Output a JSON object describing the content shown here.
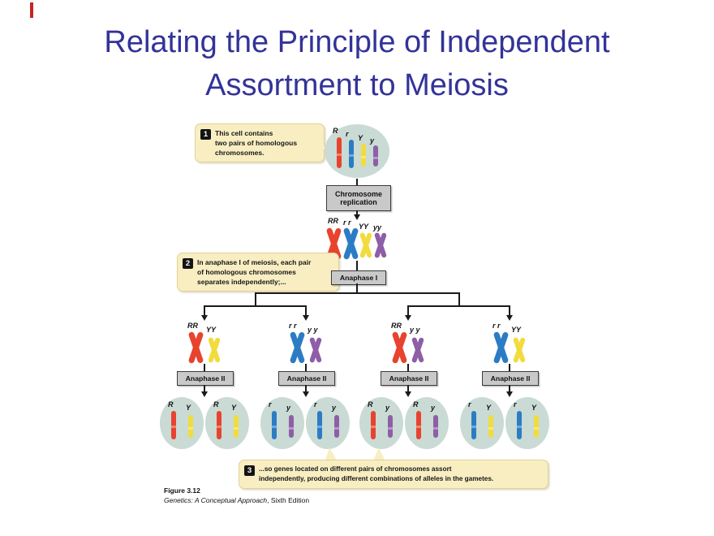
{
  "title": {
    "line1": "Relating the Principle of Independent",
    "line2": "Assortment to Meiosis"
  },
  "colors": {
    "title": "#333399",
    "callout_bg": "#F8EEC2",
    "box_bg": "#C9C9C9",
    "cell_fill": "#C9DBD4",
    "line": "#1a1a1a",
    "accent_dash": "#CC2222",
    "allele": {
      "R": "#E8432F",
      "r": "#2C7CC4",
      "Y": "#F2DC3D",
      "y": "#8E5EA6"
    }
  },
  "callouts": [
    {
      "number": "1",
      "lines": [
        "This cell contains",
        "two pairs of homologous",
        "chromosomes."
      ]
    },
    {
      "number": "2",
      "lines": [
        "In anaphase I of meiosis, each pair",
        "of homologous chromosomes",
        "separates independently;..."
      ]
    },
    {
      "number": "3",
      "lines": [
        "...so genes located on different pairs of chromosomes assort",
        "independently, producing different combinations of alleles in the gametes."
      ]
    }
  ],
  "boxes": {
    "replication_line1": "Chromosome",
    "replication_line2": "replication",
    "anaphase1": "Anaphase I",
    "anaphase2": "Anaphase II"
  },
  "cell": {
    "alleles": [
      "R",
      "r",
      "Y",
      "y"
    ]
  },
  "replicated": {
    "labels": [
      "RR",
      "r r",
      "YY",
      "yy"
    ],
    "alleles": [
      "R",
      "r",
      "Y",
      "y"
    ]
  },
  "anaphase1_groups": [
    {
      "labels": [
        "RR",
        "YY"
      ],
      "alleles": [
        "R",
        "Y"
      ]
    },
    {
      "labels": [
        "r r",
        "y y"
      ],
      "alleles": [
        "r",
        "y"
      ]
    },
    {
      "labels": [
        "RR",
        "y y"
      ],
      "alleles": [
        "R",
        "y"
      ]
    },
    {
      "labels": [
        "r r",
        "YY"
      ],
      "alleles": [
        "r",
        "Y"
      ]
    }
  ],
  "gametes": [
    [
      "R",
      "Y"
    ],
    [
      "R",
      "Y"
    ],
    [
      "r",
      "y"
    ],
    [
      "r",
      "y"
    ],
    [
      "R",
      "y"
    ],
    [
      "R",
      "y"
    ],
    [
      "r",
      "Y"
    ],
    [
      "r",
      "Y"
    ]
  ],
  "caption": {
    "figure": "Figure 3.12",
    "book_italic": "Genetics: A Conceptual Approach",
    "book_rest": ", Sixth Edition"
  }
}
